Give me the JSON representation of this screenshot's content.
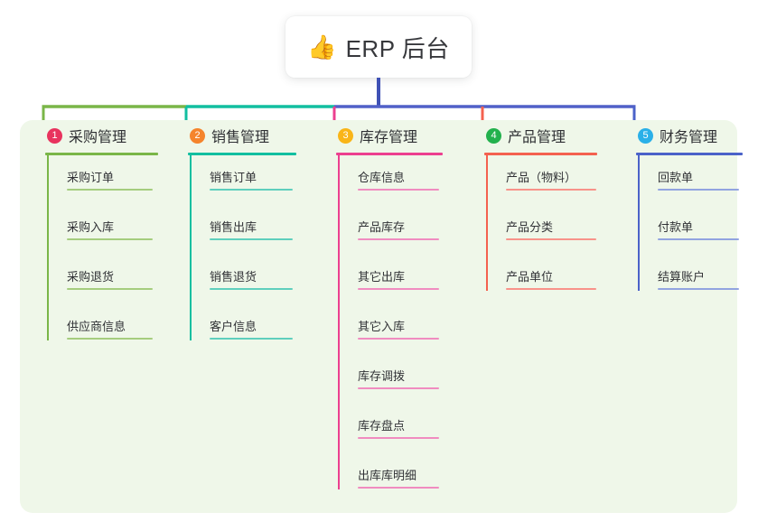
{
  "root": {
    "icon": "thumbs-up-icon",
    "emoji": "👍",
    "title": "ERP 后台"
  },
  "palette": {
    "panel_background": "#eff7e9",
    "page_background": "#ffffff",
    "root_card_background": "#ffffff",
    "text": "#2e2f33",
    "trunk": "#3f51b5",
    "bar_green": "#7ab648",
    "bar_teal": "#12bfa0",
    "bar_blue": "#5160c8"
  },
  "branches": [
    {
      "number": "1",
      "label": "采购管理",
      "badge_color": "#e8335e",
      "line_color": "#7ab648",
      "leaf_line_color": "#a5cd7e",
      "drop_color": "#7ab648",
      "items": [
        "采购订单",
        "采购入库",
        "采购退货",
        "供应商信息"
      ]
    },
    {
      "number": "2",
      "label": "销售管理",
      "badge_color": "#f5842c",
      "line_color": "#12bfa0",
      "leaf_line_color": "#5fcfbd",
      "drop_color": "#12bfa0",
      "items": [
        "销售订单",
        "销售出库",
        "销售退货",
        "客户信息"
      ]
    },
    {
      "number": "3",
      "label": "库存管理",
      "badge_color": "#f9b518",
      "line_color": "#ec3f8f",
      "leaf_line_color": "#f08cc0",
      "drop_color": "#ec3f8f",
      "items": [
        "仓库信息",
        "产品库存",
        "其它出库",
        "其它入库",
        "库存调拨",
        "库存盘点",
        "出库库明细"
      ]
    },
    {
      "number": "4",
      "label": "产品管理",
      "badge_color": "#23b14d",
      "line_color": "#f4614f",
      "leaf_line_color": "#f8938a",
      "drop_color": "#f4614f",
      "items": [
        "产品（物料）",
        "产品分类",
        "产品单位"
      ]
    },
    {
      "number": "5",
      "label": "财务管理",
      "badge_color": "#2ab0e8",
      "line_color": "#4b62c9",
      "leaf_line_color": "#92a4e0",
      "drop_color": "#4b62c9",
      "items": [
        "回款单",
        "付款单",
        "结算账户"
      ]
    }
  ]
}
